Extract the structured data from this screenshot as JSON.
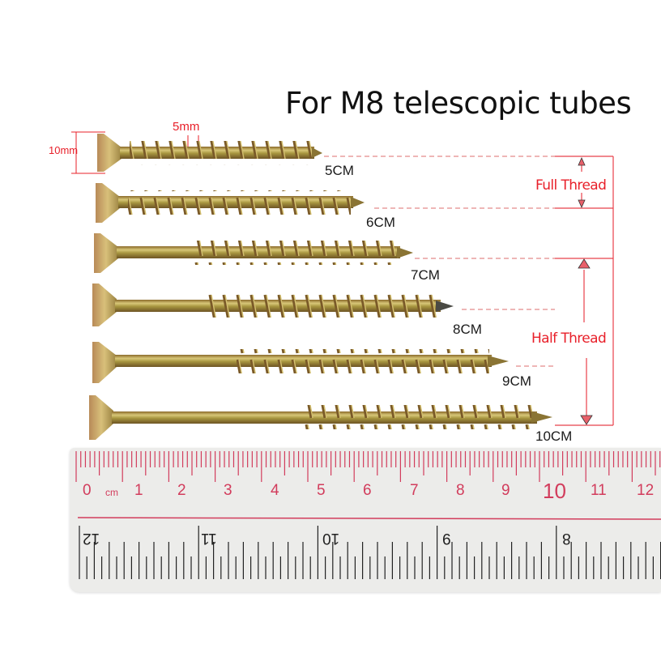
{
  "title": "For M8 telescopic tubes",
  "dimensions": {
    "head_diameter": "10mm",
    "thread_diameter": "5mm"
  },
  "screws": [
    {
      "label": "5CM",
      "type": "full-thread"
    },
    {
      "label": "6CM",
      "type": "full-thread"
    },
    {
      "label": "7CM",
      "type": "half-thread"
    },
    {
      "label": "8CM",
      "type": "half-thread"
    },
    {
      "label": "9CM",
      "type": "half-thread"
    },
    {
      "label": "10CM",
      "type": "half-thread"
    }
  ],
  "thread_groups": {
    "full": "Full Thread",
    "half": "Half Thread"
  },
  "ruler": {
    "unit": "cm",
    "top_scale": [
      "0",
      "1",
      "2",
      "3",
      "4",
      "5",
      "6",
      "7",
      "8",
      "9",
      "10",
      "11",
      "12"
    ],
    "bottom_scale_inverted": [
      "12",
      "11",
      "10",
      "9",
      "8"
    ]
  },
  "colors": {
    "accent_red": "#e8202a",
    "ruler_pink": "#d23c5c",
    "screw_gold": "#b89a48",
    "text": "#111111"
  }
}
